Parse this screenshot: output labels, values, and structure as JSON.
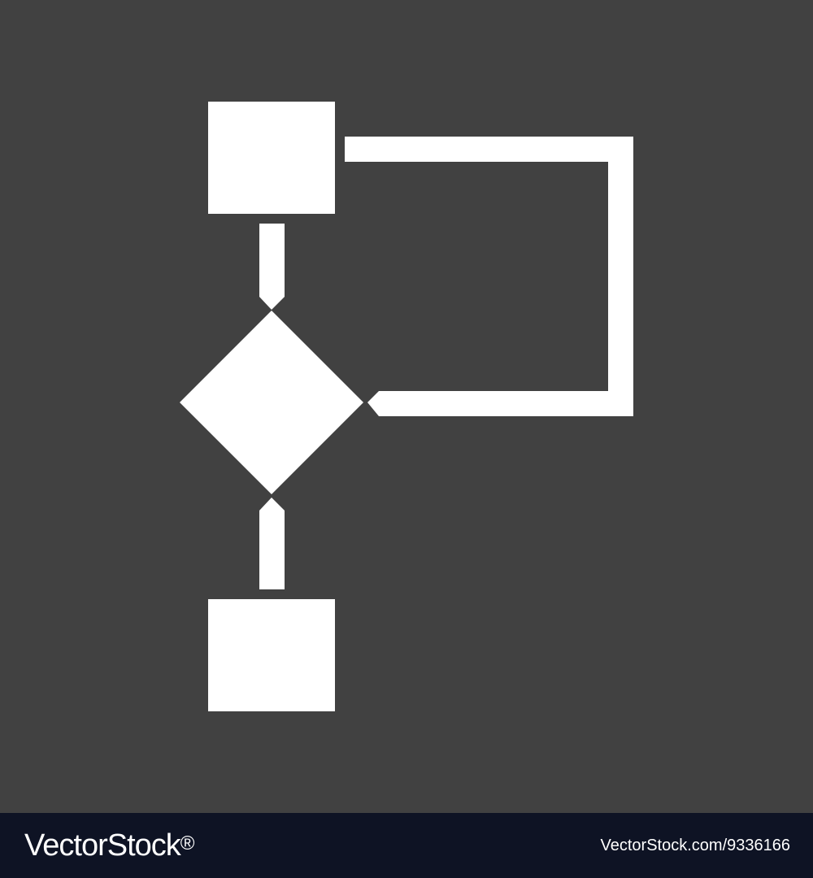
{
  "colors": {
    "background": "#414141",
    "icon": "#ffffff",
    "footer_background": "#0e1324",
    "footer_text": "#ffffff"
  },
  "icon": {
    "name": "flowchart-icon",
    "elements": [
      "process-box-top",
      "decision-diamond",
      "process-box-bottom",
      "loop-connector"
    ]
  },
  "footer": {
    "brand": "VectorStock",
    "brand_mark": "®",
    "image_id": "VectorStock.com/9336166"
  }
}
